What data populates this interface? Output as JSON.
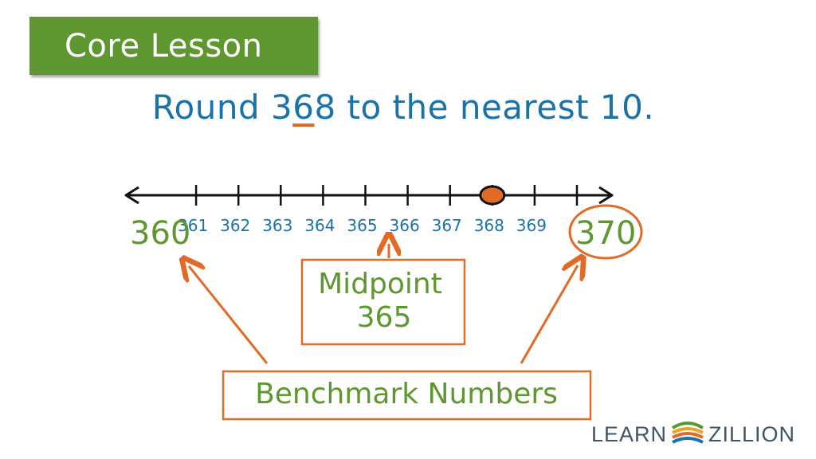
{
  "badge": {
    "label": "Core Lesson"
  },
  "title": {
    "before": "Round 3",
    "underlined": "6",
    "after": "8 to the nearest 10."
  },
  "number_line": {
    "start": 360,
    "end": 370,
    "tick_labels": [
      "361",
      "362",
      "363",
      "364",
      "365",
      "366",
      "367",
      "368",
      "369"
    ],
    "benchmark_low": "360",
    "benchmark_high": "370",
    "marked_value": 368
  },
  "midpoint": {
    "line1": "Midpoint",
    "line2": "365"
  },
  "benchmark": {
    "label": "Benchmark Numbers"
  },
  "logo": {
    "left": "LEARN",
    "right": "ZILLION"
  },
  "colors": {
    "green": "#5e962f",
    "blue": "#1a72a8",
    "orange": "#e06a26",
    "black": "#111111"
  }
}
